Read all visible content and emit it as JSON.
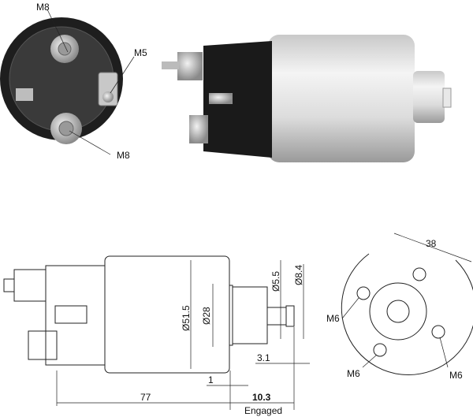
{
  "photo_end_view": {
    "labels": {
      "top_terminal": "M8",
      "small_terminal": "M5",
      "bottom_terminal": "M8"
    }
  },
  "drawing_side_view": {
    "dims": {
      "body_diameter": "Ø51.5",
      "flange_diameter": "Ø28",
      "shaft_diameter": "Ø5.5",
      "tip_diameter": "Ø8.4",
      "tip_length": "3.1",
      "gap": "1",
      "body_length": "77",
      "engaged_stroke": "10.3",
      "engaged_label": "Engaged"
    }
  },
  "drawing_end_view": {
    "dims": {
      "bolt_spacing": "38",
      "hole_top_left": "M6",
      "hole_bottom_left": "M6",
      "hole_right": "M6"
    }
  }
}
